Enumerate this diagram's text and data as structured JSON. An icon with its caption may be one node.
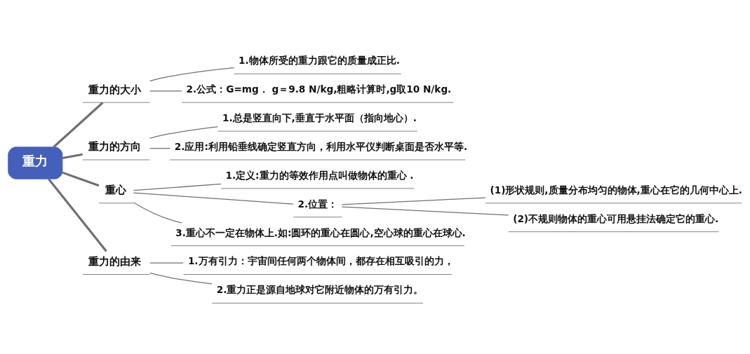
{
  "diagram": {
    "nodes": [
      {
        "text": [
          "重力"
        ]
      },
      {
        "text": [
          "重力的大小"
        ]
      },
      {
        "text": [
          "1.物体所受的重力跟它的质量成正比."
        ]
      },
      {
        "text": [
          "2.公式：G=mg． g＝9.8 N/kg,粗略计算时,g取10 N/kg."
        ]
      },
      {
        "text": [
          "重力的方向"
        ]
      },
      {
        "text": [
          "1.总是竖直向下,垂直于水平面（指向地心）."
        ]
      },
      {
        "text": [
          "2.应用:利用铅垂线确定竖直方向，利用水平仪判断桌面是否水平等."
        ]
      },
      {
        "text": [
          "重心"
        ]
      },
      {
        "text": [
          "1.定义:重力的等效作用点叫做物体的重心 ."
        ]
      },
      {
        "text": [
          "2.位置："
        ]
      },
      {
        "text": [
          "(1)形状规则,质量分布均匀的物体,重心在它的几何中心上."
        ]
      },
      {
        "text": [
          "(2)不规则物体的重心可用悬挂法确定它的重心."
        ]
      },
      {
        "text": [
          "3.重心不一定在物体上.如:圆环的重心在圆心,空心球的重心在球心."
        ]
      },
      {
        "text": [
          "重力的由来"
        ]
      },
      {
        "text": [
          "1.万有引力：宇宙间任何两个物体间，都存在相互吸引的力，"
        ]
      },
      {
        "text": [
          "2.重力正是源自地球对它附近物体的万有引力。"
        ]
      }
    ],
    "edges": [
      {
        "from": 0,
        "to": 1,
        "arrow": "none",
        "style": "thick"
      },
      {
        "from": 0,
        "to": 4,
        "arrow": "none",
        "style": "thick"
      },
      {
        "from": 0,
        "to": 7,
        "arrow": "none",
        "style": "thick"
      },
      {
        "from": 0,
        "to": 13,
        "arrow": "none",
        "style": "thick"
      },
      {
        "from": 1,
        "to": 2,
        "arrow": "none"
      },
      {
        "from": 1,
        "to": 3,
        "arrow": "none"
      },
      {
        "from": 4,
        "to": 5,
        "arrow": "none"
      },
      {
        "from": 4,
        "to": 6,
        "arrow": "none"
      },
      {
        "from": 7,
        "to": 8,
        "arrow": "none"
      },
      {
        "from": 7,
        "to": 9,
        "arrow": "none"
      },
      {
        "from": 7,
        "to": 12,
        "arrow": "none"
      },
      {
        "from": 9,
        "to": 10,
        "arrow": "none"
      },
      {
        "from": 9,
        "to": 11,
        "arrow": "none"
      },
      {
        "from": 13,
        "to": 14,
        "arrow": "none"
      },
      {
        "from": 13,
        "to": 15,
        "arrow": "none"
      }
    ]
  }
}
